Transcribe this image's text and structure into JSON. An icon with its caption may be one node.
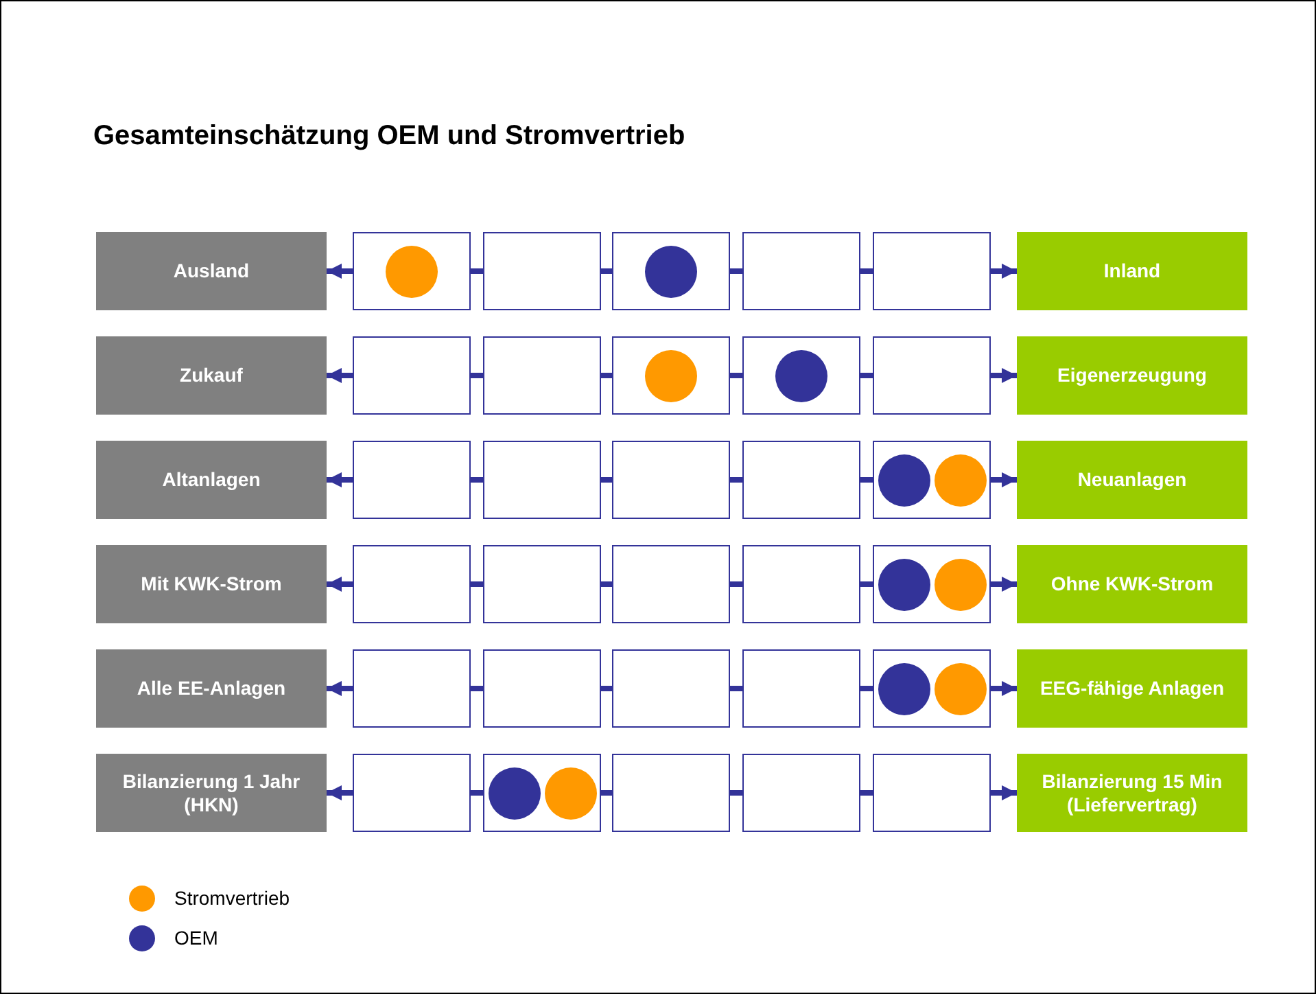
{
  "diagram": {
    "title": "Gesamteinschätzung OEM und Stromvertrieb",
    "nodes": [
      {
        "text": [
          "Ausland"
        ]
      },
      {
        "text": [],
        "shape": "box"
      },
      {
        "text": [],
        "shape": "circle",
        "in": 1
      },
      {
        "text": [],
        "shape": "box"
      },
      {
        "text": [],
        "shape": "box"
      },
      {
        "text": [],
        "shape": "circle",
        "in": 4
      },
      {
        "text": [],
        "shape": "box"
      },
      {
        "text": [],
        "shape": "box"
      },
      {
        "text": [
          "Inland"
        ]
      },
      {
        "text": [
          "Zukauf"
        ]
      },
      {
        "text": [],
        "shape": "box"
      },
      {
        "text": [],
        "shape": "box"
      },
      {
        "text": [],
        "shape": "box"
      },
      {
        "text": [],
        "shape": "circle",
        "in": 12
      },
      {
        "text": [],
        "shape": "box"
      },
      {
        "text": [],
        "shape": "circle",
        "in": 14
      },
      {
        "text": [],
        "shape": "box"
      },
      {
        "text": [
          "Eigenerzeugung"
        ]
      },
      {
        "text": [
          "Altanlagen"
        ]
      },
      {
        "text": [],
        "shape": "box"
      },
      {
        "text": [],
        "shape": "box"
      },
      {
        "text": [],
        "shape": "box"
      },
      {
        "text": [],
        "shape": "box"
      },
      {
        "text": [],
        "shape": "box"
      },
      {
        "text": [],
        "shape": "circle",
        "in": 23
      },
      {
        "text": [],
        "shape": "circle",
        "in": 23
      },
      {
        "text": [
          "Neuanlagen"
        ]
      },
      {
        "text": [
          "Mit KWK-Strom"
        ]
      },
      {
        "text": [],
        "shape": "box"
      },
      {
        "text": [],
        "shape": "box"
      },
      {
        "text": [],
        "shape": "box"
      },
      {
        "text": [],
        "shape": "box"
      },
      {
        "text": [],
        "shape": "box"
      },
      {
        "text": [],
        "shape": "circle",
        "in": 32
      },
      {
        "text": [],
        "shape": "circle",
        "in": 32
      },
      {
        "text": [
          "Ohne KWK-Strom"
        ]
      },
      {
        "text": [
          "Alle EE-Anlagen"
        ]
      },
      {
        "text": [],
        "shape": "box"
      },
      {
        "text": [],
        "shape": "box"
      },
      {
        "text": [],
        "shape": "box"
      },
      {
        "text": [],
        "shape": "box"
      },
      {
        "text": [],
        "shape": "box"
      },
      {
        "text": [],
        "shape": "circle",
        "in": 41
      },
      {
        "text": [],
        "shape": "circle",
        "in": 41
      },
      {
        "text": [
          "EEG-fähige Anlagen"
        ]
      },
      {
        "text": [
          "Bilanzierung 1 Jahr (HKN)"
        ]
      },
      {
        "text": [],
        "shape": "box"
      },
      {
        "text": [],
        "shape": "box"
      },
      {
        "text": [],
        "shape": "circle",
        "in": 47
      },
      {
        "text": [],
        "shape": "circle",
        "in": 47
      },
      {
        "text": [],
        "shape": "box"
      },
      {
        "text": [],
        "shape": "box"
      },
      {
        "text": [],
        "shape": "box"
      },
      {
        "text": [
          "Bilanzierung 15 Min (Liefervertrag)"
        ]
      }
    ],
    "edges": [
      {
        "from": 1,
        "to": 0,
        "arrow": "to"
      },
      {
        "from": 1,
        "to": 3,
        "arrow": "none"
      },
      {
        "from": 3,
        "to": 4,
        "arrow": "none"
      },
      {
        "from": 4,
        "to": 6,
        "arrow": "none"
      },
      {
        "from": 6,
        "to": 7,
        "arrow": "none"
      },
      {
        "from": 7,
        "to": 8,
        "arrow": "to"
      },
      {
        "from": 10,
        "to": 9,
        "arrow": "to"
      },
      {
        "from": 10,
        "to": 11,
        "arrow": "none"
      },
      {
        "from": 11,
        "to": 12,
        "arrow": "none"
      },
      {
        "from": 12,
        "to": 14,
        "arrow": "none"
      },
      {
        "from": 14,
        "to": 16,
        "arrow": "none"
      },
      {
        "from": 16,
        "to": 17,
        "arrow": "to"
      },
      {
        "from": 19,
        "to": 18,
        "arrow": "to"
      },
      {
        "from": 19,
        "to": 20,
        "arrow": "none"
      },
      {
        "from": 20,
        "to": 21,
        "arrow": "none"
      },
      {
        "from": 21,
        "to": 22,
        "arrow": "none"
      },
      {
        "from": 22,
        "to": 23,
        "arrow": "none"
      },
      {
        "from": 23,
        "to": 26,
        "arrow": "to"
      },
      {
        "from": 28,
        "to": 27,
        "arrow": "to"
      },
      {
        "from": 28,
        "to": 29,
        "arrow": "none"
      },
      {
        "from": 29,
        "to": 30,
        "arrow": "none"
      },
      {
        "from": 30,
        "to": 31,
        "arrow": "none"
      },
      {
        "from": 31,
        "to": 32,
        "arrow": "none"
      },
      {
        "from": 32,
        "to": 35,
        "arrow": "to"
      },
      {
        "from": 37,
        "to": 36,
        "arrow": "to"
      },
      {
        "from": 37,
        "to": 38,
        "arrow": "none"
      },
      {
        "from": 38,
        "to": 39,
        "arrow": "none"
      },
      {
        "from": 39,
        "to": 40,
        "arrow": "none"
      },
      {
        "from": 40,
        "to": 41,
        "arrow": "none"
      },
      {
        "from": 41,
        "to": 44,
        "arrow": "to"
      },
      {
        "from": 46,
        "to": 45,
        "arrow": "to"
      },
      {
        "from": 46,
        "to": 47,
        "arrow": "none"
      },
      {
        "from": 47,
        "to": 50,
        "arrow": "none"
      },
      {
        "from": 50,
        "to": 51,
        "arrow": "none"
      },
      {
        "from": 51,
        "to": 52,
        "arrow": "none"
      },
      {
        "from": 52,
        "to": 53,
        "arrow": "to"
      }
    ],
    "legend": [
      {
        "text": "Stromvertrieb",
        "color": "#ff9900"
      },
      {
        "text": "OEM",
        "color": "#333399"
      }
    ]
  }
}
